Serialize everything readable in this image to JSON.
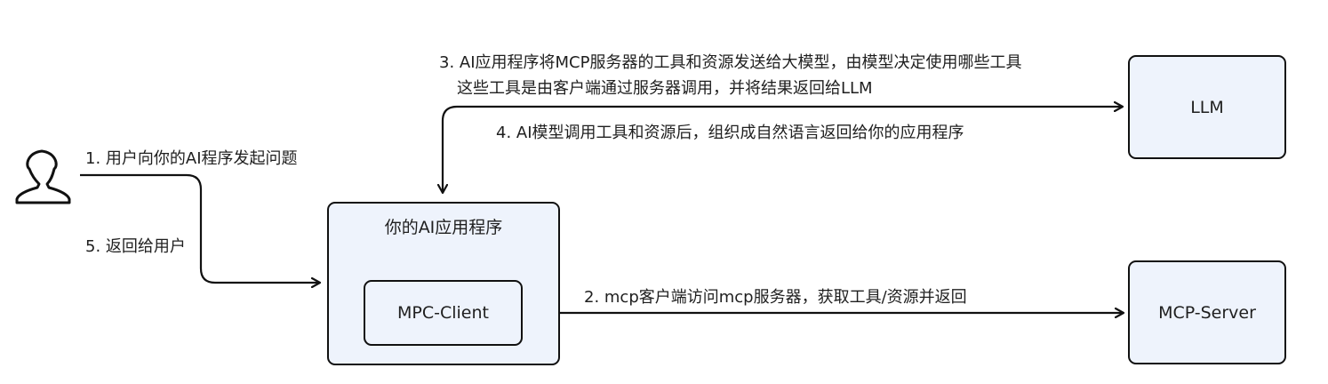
{
  "diagram": {
    "user_icon": "user-outline-icon",
    "colors": {
      "box_fill": "#eef3fc",
      "stroke": "#111111"
    },
    "nodes": {
      "app_title": "你的AI应用程序",
      "client": "MPC-Client",
      "llm": "LLM",
      "server": "MCP-Server"
    },
    "steps": {
      "step1": "1. 用户向你的AI程序发起问题",
      "step2": "2. mcp客户端访问mcp服务器，获取工具/资源并返回",
      "step3_line1": "3. AI应用程序将MCP服务器的工具和资源发送给大模型，由模型决定使用哪些工具",
      "step3_line2": "这些工具是由客户端通过服务器调用，并将结果返回给LLM",
      "step4": "4. AI模型调用工具和资源后，组织成自然语言返回给你的应用程序",
      "step5": "5. 返回给用户"
    }
  }
}
